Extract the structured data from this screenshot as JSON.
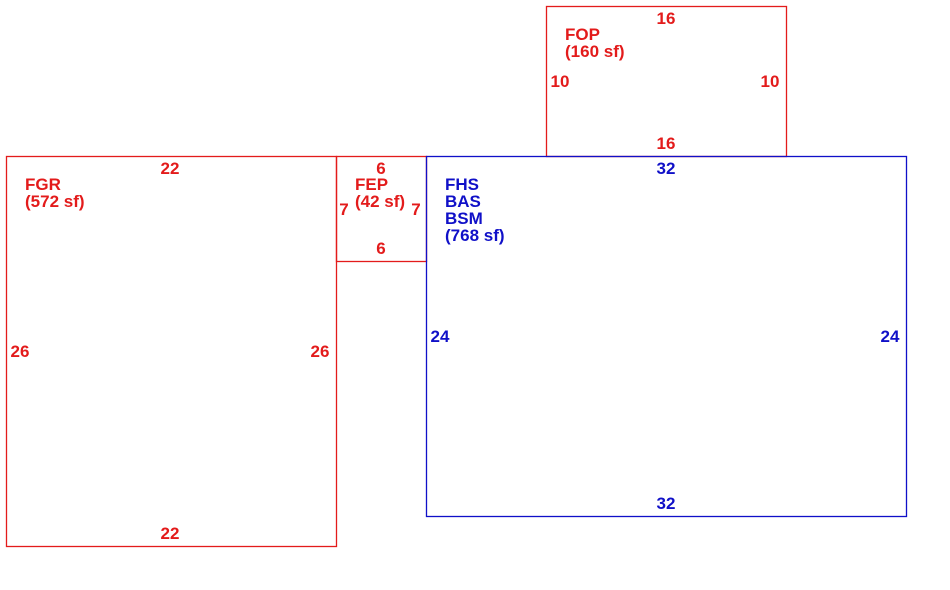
{
  "colors": {
    "accessory": "#e31b1b",
    "main": "#1010c8"
  },
  "areas": {
    "fop": {
      "codes": [
        "FOP"
      ],
      "area": "(160 sf)",
      "dims": {
        "top": "16",
        "bottom": "16",
        "left": "10",
        "right": "10"
      }
    },
    "fgr": {
      "codes": [
        "FGR"
      ],
      "area": "(572 sf)",
      "dims": {
        "top": "22",
        "bottom": "22",
        "left": "26",
        "right": "26"
      }
    },
    "fep": {
      "codes": [
        "FEP"
      ],
      "area": "(42 sf)",
      "dims": {
        "top": "6",
        "bottom": "6",
        "left": "7",
        "right": "7"
      }
    },
    "main": {
      "codes": [
        "FHS",
        "BAS",
        "BSM"
      ],
      "area": "(768 sf)",
      "dims": {
        "top": "32",
        "bottom": "32",
        "left": "24",
        "right": "24"
      }
    }
  }
}
